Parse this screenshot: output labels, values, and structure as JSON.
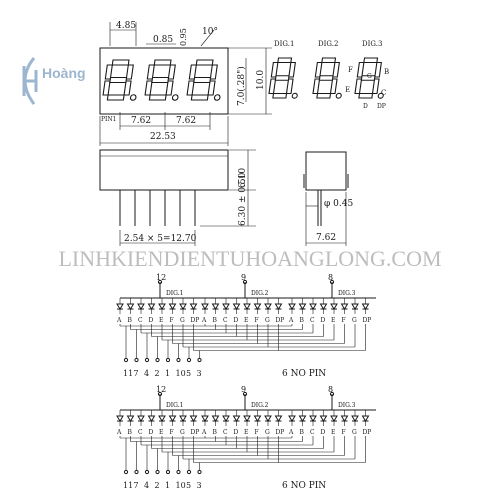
{
  "logo": {
    "text": "Hoàng"
  },
  "watermark": {
    "text": "LINHKIENDIENTUHOANGLONG.COM"
  },
  "dimensions": {
    "segment_width": "4.85",
    "stroke_width": "0.85",
    "gap": "0.95",
    "slant": "10°",
    "char_height": "7.0(.28\")",
    "body_height": "10.0",
    "pitch_1": "7.62",
    "pitch_2": "7.62",
    "body_width": "22.53",
    "pin1": "PIN1",
    "side_height": "6.10",
    "lead_length": "6.30 ± 0.50",
    "lead_pitch": "2.54 × 5=12.70",
    "lead_diameter": "φ 0.45",
    "side_width": "7.62"
  },
  "digit_labels": [
    "DIG.1",
    "DIG.2",
    "DIG.3"
  ],
  "segment_letters": {
    "f": "F",
    "b": "B",
    "g": "G",
    "e": "E",
    "c": "C",
    "d": "D",
    "dp": "DP"
  },
  "schematic_1": {
    "common_pins": [
      "12",
      "9",
      "8"
    ],
    "digit_labels": [
      "DIG.1",
      "DIG.2",
      "DIG.3"
    ],
    "segments": [
      "A",
      "B",
      "C",
      "D",
      "E",
      "F",
      "G",
      "DP"
    ],
    "bottom_pins": [
      "11",
      "7",
      "4",
      "2",
      "1",
      "10",
      "5",
      "3"
    ],
    "note": "6    NO   PIN"
  },
  "schematic_2": {
    "common_pins": [
      "12",
      "9",
      "8"
    ],
    "digit_labels": [
      "DIG.1",
      "DIG.2",
      "DIG.3"
    ],
    "segments": [
      "A",
      "B",
      "C",
      "D",
      "E",
      "F",
      "G",
      "DP"
    ],
    "bottom_pins": [
      "11",
      "7",
      "4",
      "2",
      "1",
      "10",
      "5",
      "3"
    ],
    "note": "6    NO   PIN"
  },
  "colors": {
    "ink": "#1a1a1a",
    "watermark": "#bdbdbd",
    "logo": "#9db6cf"
  }
}
